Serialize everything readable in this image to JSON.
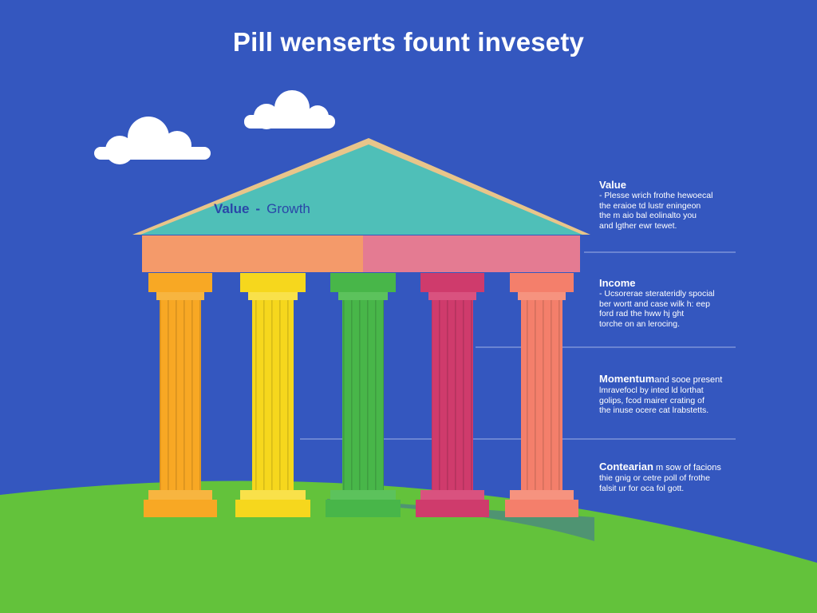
{
  "title": "Pill wenserts fount invesety",
  "pediment": {
    "left_label": "Value",
    "separator": "-",
    "right_label": "Growth"
  },
  "legend": [
    {
      "name": "Value",
      "desc": "- Plesse wrich frothe hewoecal\nthe eraioe td lustr eningeon\nthe m aio bal eolinalto you\nand lgther ewr tewet."
    },
    {
      "name": "Income",
      "desc": "- Ucsorerae sterateridly spocial\nber wortt and case wilk h: eep\nford rad the hww hj ght\ntorche on an lerocing."
    },
    {
      "name": "Momentum",
      "first_line_rest": "and sooe present",
      "desc": "lmravefocl by inted ld lorthat\ngolips, fcod mairer crating of\nthe inuse ocere cat lrabstetts."
    },
    {
      "name": "Contearian",
      "first_line_rest": "m sow of facions",
      "desc": "thie gnig or cetre poll of frothe\nfalsit ur for oca fol gott."
    }
  ],
  "colors": {
    "sky": "#3457bf",
    "grass": "#63c23b",
    "roof": "#4fbfb8",
    "column_1": "#f8a824",
    "column_2": "#f6d71d",
    "column_3": "#48b649",
    "column_4": "#cf3b6c",
    "column_5": "#f47f6b"
  },
  "icons": [
    "cloud-icon"
  ]
}
